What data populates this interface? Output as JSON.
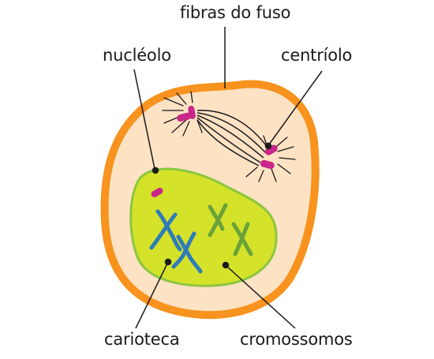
{
  "labels": {
    "fibras": "fibras do fuso",
    "nucleolo": "nucléolo",
    "centriolo": "centríolo",
    "carioteca": "carioteca",
    "cromossomos": "cromossomos"
  },
  "colors": {
    "cell_membrane": "#f7931e",
    "cytoplasm": "#fde2c4",
    "nucleus_fill": "#d4e22a",
    "nucleus_border": "#8cc63f",
    "centriole": "#c9278a",
    "chromosome_blue": "#2e7cb8",
    "chromosome_green": "#6aa23a",
    "lines": "#1a1a1a"
  }
}
